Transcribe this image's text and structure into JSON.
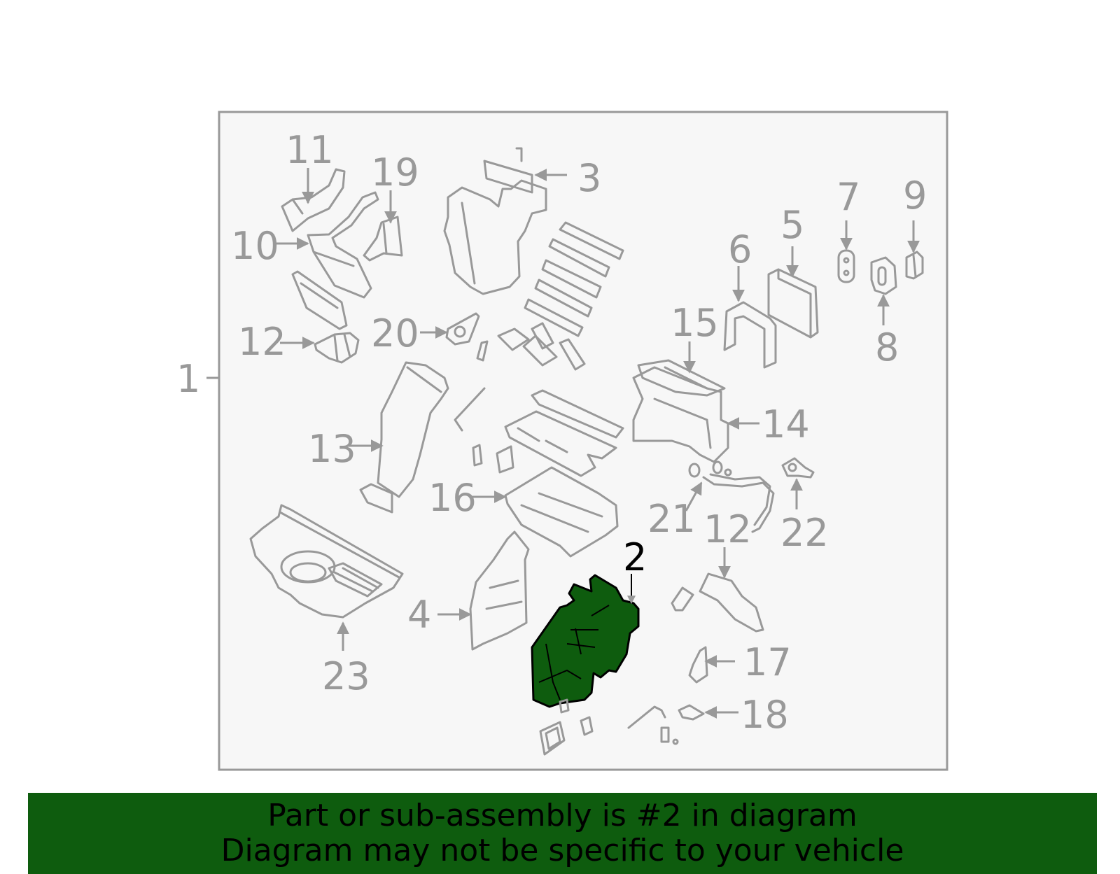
{
  "colors": {
    "highlight": "#0e5c0e",
    "line": "#999999",
    "panel_bg": "#f7f7f7",
    "banner_text": "#000000"
  },
  "labels": {
    "l1": "1",
    "l2": "2",
    "l3": "3",
    "l4": "4",
    "l5": "5",
    "l6": "6",
    "l7": "7",
    "l8": "8",
    "l9": "9",
    "l10": "10",
    "l11": "11",
    "l12a": "12",
    "l12b": "12",
    "l13": "13",
    "l14": "14",
    "l15": "15",
    "l16": "16",
    "l17": "17",
    "l18": "18",
    "l19": "19",
    "l20": "20",
    "l21": "21",
    "l22": "22",
    "l23": "23"
  },
  "banner": {
    "line1": "Part or sub-assembly is #2 in diagram",
    "line2": "Diagram may not be specific to your vehicle"
  }
}
